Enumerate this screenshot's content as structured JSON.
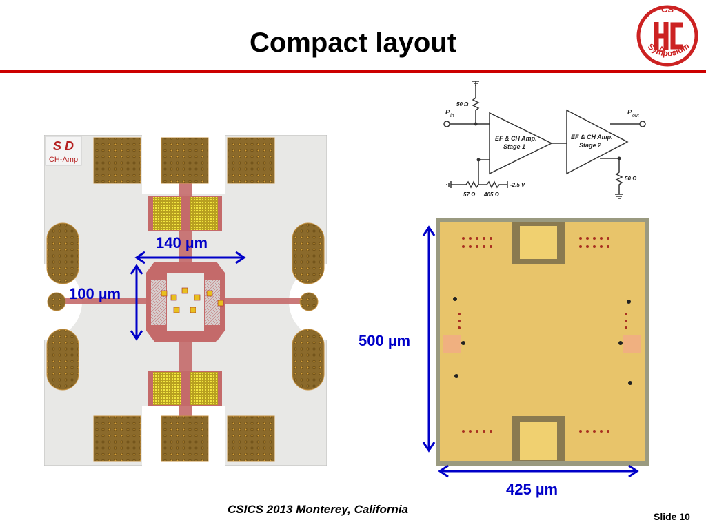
{
  "slide": {
    "title": "Compact layout",
    "footer": "CSICS 2013 Monterey, California",
    "slide_number": "Slide 10"
  },
  "logo": {
    "top_text": "CS",
    "arc_text": "Symposium",
    "ring_color": "#cc2222"
  },
  "schematic": {
    "pin_label": "P",
    "pin_sub": "in",
    "pout_label": "P",
    "pout_sub": "out",
    "stage1_line1": "EF & CH Amp.",
    "stage1_line2": "Stage 1",
    "stage2_line1": "EF & CH Amp.",
    "stage2_line2": "Stage 2",
    "r_in": "50 Ω",
    "r_out": "50 Ω",
    "r_bias1": "57 Ω",
    "r_bias2": "405 Ω",
    "supply": "-2.5 V"
  },
  "layout": {
    "logo_line1": "S D",
    "logo_line2": "CH-Amp",
    "dim_width": "140 µm",
    "dim_height": "100 µm"
  },
  "die_photo": {
    "dim_height": "500 µm",
    "dim_width": "425 µm"
  },
  "colors": {
    "accent_red": "#cc0000",
    "dimension_blue": "#0000c8",
    "pad_brown": "#8b6a2b",
    "die_gold": "#e6c56a"
  }
}
